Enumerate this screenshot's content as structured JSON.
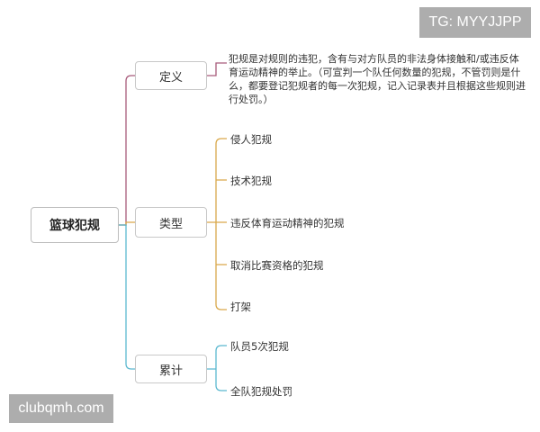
{
  "root": "篮球犯规",
  "branches": {
    "definition": {
      "label": "定义",
      "text": "犯规是对规则的违犯，含有与对方队员的非法身体接触和/或违反体育运动精神的举止。（可宣判一个队任何数量的犯规，不管罚则是什么，都要登记犯规者的每一次犯规，记入记录表并且根据这些规则进行处罚。）"
    },
    "types": {
      "label": "类型",
      "items": [
        "侵人犯规",
        "技术犯规",
        "违反体育运动精神的犯规",
        "取消比赛资格的犯规",
        "打架"
      ]
    },
    "cumulative": {
      "label": "累计",
      "items": [
        "队员5次犯规",
        "全队犯规处罚"
      ]
    }
  },
  "watermarks": {
    "tg": "TG: MYYJJPP",
    "site": "clubqmh.com"
  },
  "colors": {
    "definition_branch": "#a85a7a",
    "types_branch": "#d9a84a",
    "cumulative_branch": "#5bb8cf"
  }
}
